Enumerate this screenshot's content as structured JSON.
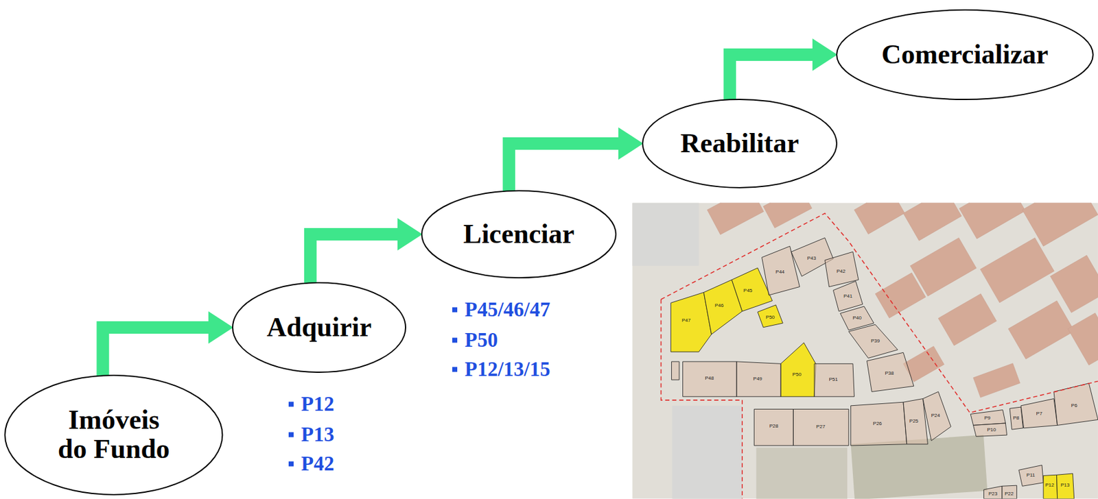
{
  "diagram": {
    "nodes": [
      {
        "text": [
          "Imóveis do Fundo"
        ]
      },
      {
        "text": [
          "Adquirir"
        ]
      },
      {
        "text": [
          "Licenciar"
        ]
      },
      {
        "text": [
          "Reabilitar"
        ]
      },
      {
        "text": [
          "Comercializar"
        ]
      }
    ],
    "edges": [
      {
        "from": 0,
        "to": 1,
        "arrow": "to"
      },
      {
        "from": 1,
        "to": 2,
        "arrow": "to"
      },
      {
        "from": 2,
        "to": 3,
        "arrow": "to"
      },
      {
        "from": 3,
        "to": 4,
        "arrow": "to"
      }
    ],
    "labels": [
      "P12",
      "P13",
      "P42",
      "P45/46/47",
      "P50",
      "P12/13/15",
      "P47",
      "P46",
      "P45",
      "P44",
      "P43",
      "P42",
      "P41",
      "P40",
      "P39",
      "P38",
      "P50",
      "P50",
      "P48",
      "P49",
      "P51",
      "P28",
      "P27",
      "P26",
      "P25",
      "P24",
      "P9",
      "P10",
      "P8",
      "P7",
      "P6",
      "P11",
      "P12",
      "P13",
      "P23",
      "P22"
    ]
  }
}
